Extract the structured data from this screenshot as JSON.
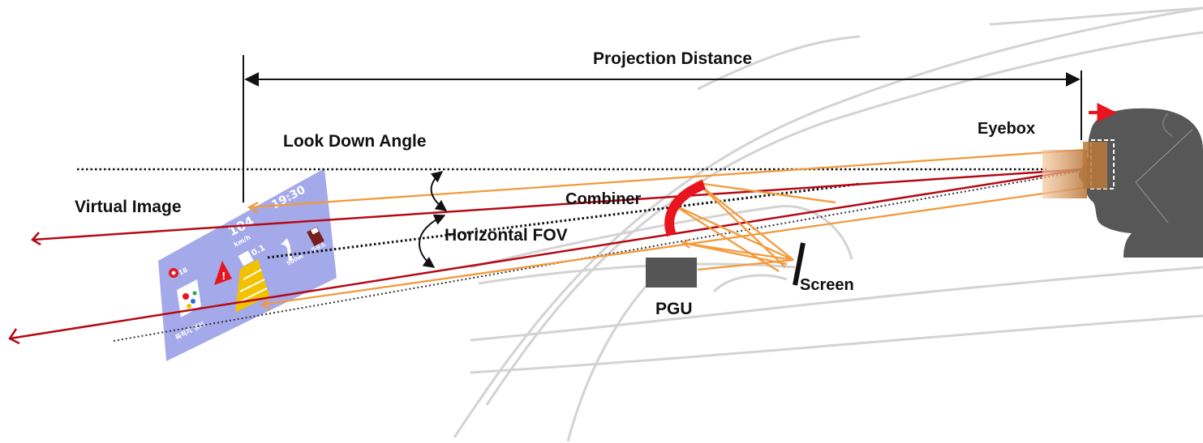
{
  "labels": {
    "projection_distance": "Projection Distance",
    "eyebox": "Eyebox",
    "look_down_angle": "Look Down Angle",
    "virtual_image": "Virtual Image",
    "combiner": "Combiner",
    "horizontal_fov": "Horizontal FOV",
    "screen": "Screen",
    "pgu": "PGU"
  },
  "hud_display": {
    "time": "19:30",
    "speed": "104",
    "speed_unit": "km/h",
    "distance": "0.1",
    "temp": "18",
    "turn_distance": "500m",
    "destination_label": "목적지 정보",
    "gas_label": "주유소"
  },
  "colors": {
    "ray_red": "#b40a14",
    "ray_orange": "#f29a3c",
    "combiner": "#e8141e",
    "virtual_image_panel": "#9aa0e8",
    "head": "#575757",
    "eyebox": "#c7874c",
    "pgu": "#555555",
    "car_outline": "#cfcfcf",
    "indicator_arrow": "#e8141e"
  },
  "icons": [
    "head-silhouette-icon",
    "warning-triangle-icon",
    "turn-arrow-icon",
    "gas-pump-icon",
    "road-lane-icon",
    "map-icon",
    "target-icon"
  ]
}
